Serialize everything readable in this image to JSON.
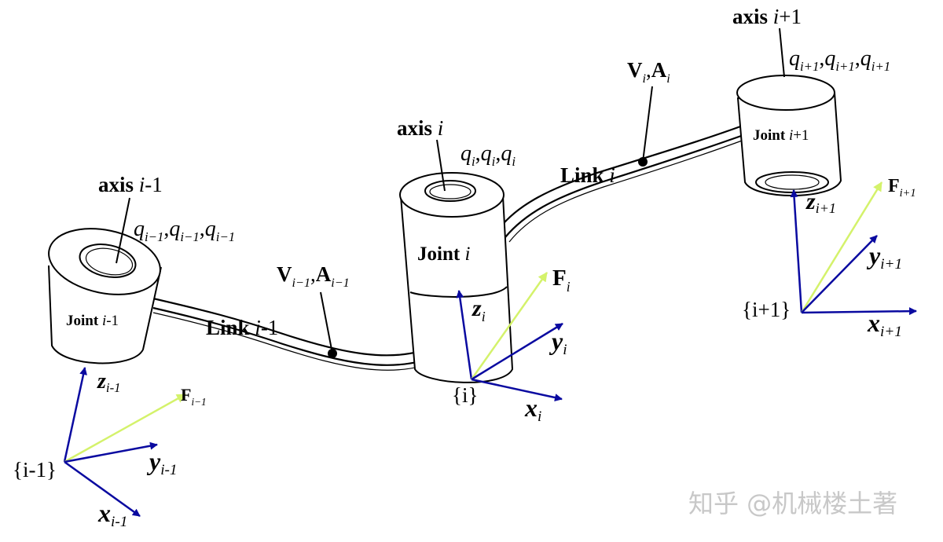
{
  "joints": [
    {
      "axis_label_bold": "axis",
      "axis_label_italic": "i",
      "axis_label_suffix": "-1",
      "joint_label": "Joint",
      "joint_italic": "i",
      "joint_suffix": "-1",
      "q_base": "q",
      "q_sub": "i−1"
    },
    {
      "axis_label_bold": "axis",
      "axis_label_italic": "i",
      "axis_label_suffix": "",
      "joint_label": "Joint",
      "joint_italic": "i",
      "joint_suffix": "",
      "q_base": "q",
      "q_sub": "i"
    },
    {
      "axis_label_bold": "axis",
      "axis_label_italic": "i",
      "axis_label_suffix": "+1",
      "joint_label": "Joint",
      "joint_italic": "i",
      "joint_suffix": "+1",
      "q_base": "q",
      "q_sub": "i+1"
    }
  ],
  "links": [
    {
      "label": "Link",
      "italic": "i",
      "suffix": "-1",
      "va_v": "V",
      "va_a": "A",
      "va_sub": "i−1"
    },
    {
      "label": "Link",
      "italic": "i",
      "suffix": "",
      "va_v": "V",
      "va_a": "A",
      "va_sub": "i"
    }
  ],
  "frames": [
    {
      "name": "{i-1}",
      "z": "z",
      "y": "y",
      "x": "x",
      "F": "F",
      "sub": "i-1",
      "F_sub": "i−1"
    },
    {
      "name": "{i}",
      "z": "z",
      "y": "y",
      "x": "x",
      "F": "F",
      "sub": "i",
      "F_sub": "i"
    },
    {
      "name": "{i+1}",
      "z": "z",
      "y": "y",
      "x": "x",
      "F": "F",
      "sub": "i+1",
      "F_sub": "i+1"
    }
  ],
  "comma": ",",
  "watermark": "知乎 @机械楼土著",
  "colors": {
    "axis_arrow": "#0a0aa0",
    "force_arrow": "#d4f26b",
    "line": "#000000"
  }
}
